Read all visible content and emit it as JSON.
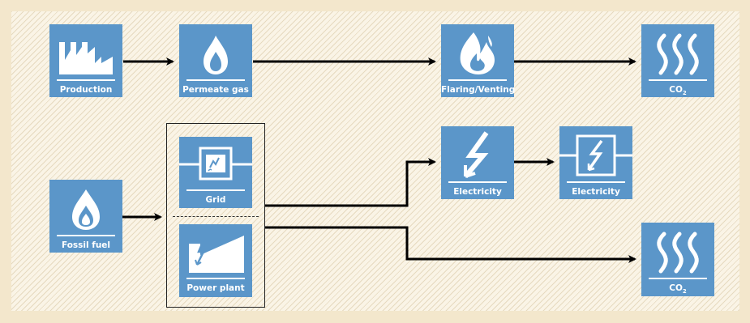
{
  "diagram": {
    "nodes": {
      "production": {
        "label": "Production",
        "icon": "factory-icon"
      },
      "permeate_gas": {
        "label": "Permeate gas",
        "icon": "flame-icon"
      },
      "flaring": {
        "label": "Flaring/Venting",
        "icon": "flaring-flame-icon"
      },
      "co2_top": {
        "label": "CO",
        "sub": "2",
        "icon": "heat-waves-icon"
      },
      "fossil_fuel": {
        "label": "Fossil fuel",
        "icon": "drop-flame-icon"
      },
      "grid": {
        "label": "Grid",
        "icon": "grid-icon"
      },
      "power_plant": {
        "label": "Power plant",
        "icon": "power-plant-icon"
      },
      "electricity_1": {
        "label": "Electricity",
        "icon": "lightning-icon"
      },
      "electricity_2": {
        "label": "Electricity",
        "icon": "lightning-box-icon"
      },
      "co2_bottom": {
        "label": "CO",
        "sub": "2",
        "icon": "heat-waves-icon"
      }
    },
    "edges": [
      [
        "production",
        "permeate_gas"
      ],
      [
        "permeate_gas",
        "flaring"
      ],
      [
        "flaring",
        "co2_top"
      ],
      [
        "fossil_fuel",
        "grid_power_plant_group"
      ],
      [
        "grid_power_plant_group",
        "electricity_1"
      ],
      [
        "electricity_1",
        "electricity_2"
      ],
      [
        "grid_power_plant_group",
        "co2_bottom"
      ]
    ],
    "colors": {
      "box": "#5b96c9",
      "background": "#faf4e6",
      "frame": "#f3e7cc",
      "arrow": "#000000"
    }
  }
}
